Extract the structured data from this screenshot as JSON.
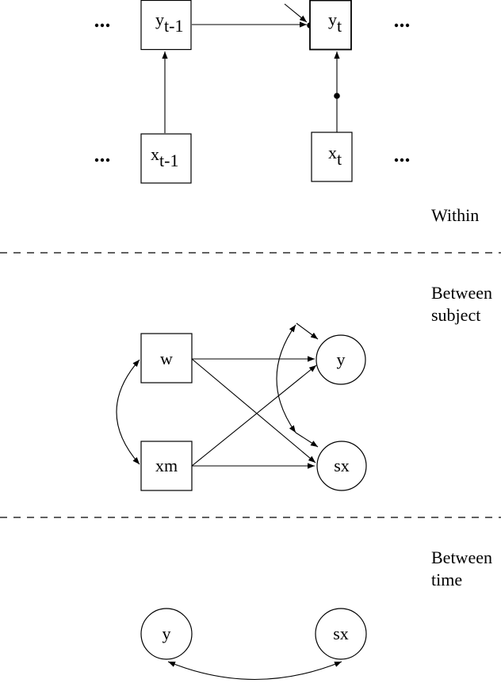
{
  "diagram": {
    "sections": [
      {
        "id": "within",
        "label_lines": [
          "Within"
        ]
      },
      {
        "id": "between_subject",
        "label_lines": [
          "Between",
          "subject"
        ]
      },
      {
        "id": "between_time",
        "label_lines": [
          "Between",
          "time"
        ]
      }
    ],
    "within": {
      "ellipsis": "...",
      "nodes": {
        "y_prev": {
          "main": "y",
          "sub": "t-1",
          "shape": "box"
        },
        "y_t": {
          "main": "y",
          "sub": "t",
          "shape": "box"
        },
        "x_prev": {
          "main": "x",
          "sub": "t-1",
          "shape": "box"
        },
        "x_t": {
          "main": "x",
          "sub": "t",
          "shape": "box"
        }
      },
      "edges": [
        {
          "from": "y_prev",
          "to": "y_t",
          "type": "directed",
          "random_slope_dot": true
        },
        {
          "from": "x_prev",
          "to": "y_prev",
          "type": "directed"
        },
        {
          "from": "x_t",
          "to": "y_t",
          "type": "directed",
          "random_slope_dot": true
        },
        {
          "from": "residual",
          "to": "y_t",
          "type": "residual"
        }
      ]
    },
    "between_subject": {
      "nodes": {
        "w": {
          "label": "w",
          "shape": "box"
        },
        "xm": {
          "label": "xm",
          "shape": "box"
        },
        "y": {
          "label": "y",
          "shape": "circle"
        },
        "sx": {
          "label": "sx",
          "shape": "circle"
        }
      },
      "edges": [
        {
          "from": "w",
          "to": "y",
          "type": "directed"
        },
        {
          "from": "w",
          "to": "sx",
          "type": "directed"
        },
        {
          "from": "xm",
          "to": "y",
          "type": "directed"
        },
        {
          "from": "xm",
          "to": "sx",
          "type": "directed"
        },
        {
          "from": "w",
          "to": "xm",
          "type": "covariance"
        },
        {
          "from": "residual_y",
          "to": "residual_sx",
          "type": "covariance"
        },
        {
          "from": "residual_y",
          "to": "y",
          "type": "residual"
        },
        {
          "from": "residual_sx",
          "to": "sx",
          "type": "residual"
        }
      ]
    },
    "between_time": {
      "nodes": {
        "y": {
          "label": "y",
          "shape": "circle"
        },
        "sx": {
          "label": "sx",
          "shape": "circle"
        }
      },
      "edges": [
        {
          "from": "y",
          "to": "sx",
          "type": "covariance"
        }
      ]
    }
  }
}
